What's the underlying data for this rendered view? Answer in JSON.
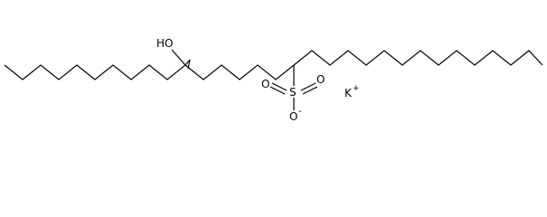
{
  "molecule": {
    "hydroxyl_label": "HO",
    "sulfur_label": "S",
    "oxygen_label": "O",
    "oxide_charge": "-",
    "cation_label": "K",
    "cation_charge": "+"
  },
  "colors": {
    "bond": "#000000",
    "text": "#000000",
    "background": "#ffffff"
  }
}
